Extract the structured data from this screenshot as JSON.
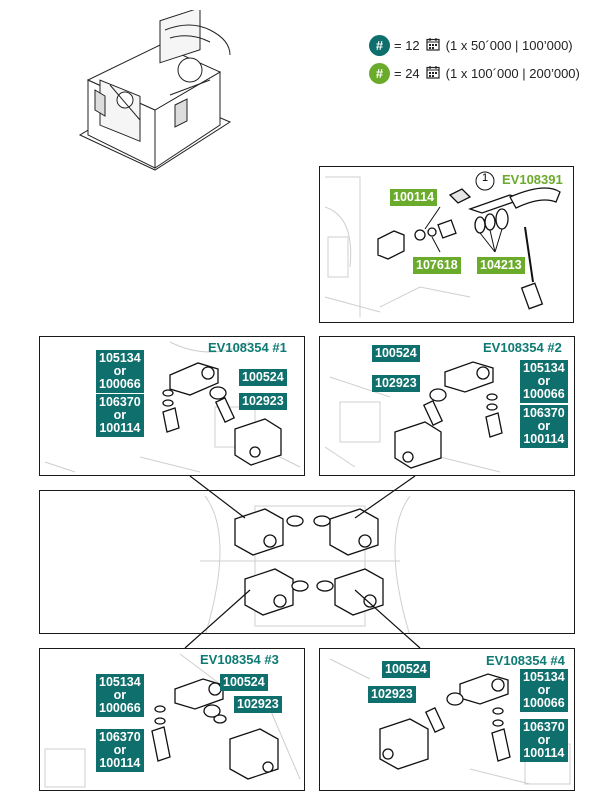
{
  "legend": {
    "items": [
      {
        "badge": "#",
        "badge_color": "#0e6f6c",
        "equals": "= 12",
        "interval": "(1 x 50´000 | 100’000)"
      },
      {
        "badge": "#",
        "badge_color": "#6bab2c",
        "equals": "= 24",
        "interval": "(1 x 100´000 | 200’000)"
      }
    ],
    "calendar_icon": "calendar-icon"
  },
  "kit_panel": {
    "circle_label": "1",
    "title": "EV108391",
    "parts": [
      "100114",
      "107618",
      "104213"
    ]
  },
  "valve1": {
    "title": "EV108354 #1",
    "tag_a": [
      "105134",
      "or",
      "100066"
    ],
    "tag_b": [
      "106370",
      "or",
      "100114"
    ],
    "tag_c": "100524",
    "tag_d": "102923"
  },
  "valve2": {
    "title": "EV108354 #2",
    "tag_a": [
      "105134",
      "or",
      "100066"
    ],
    "tag_b": [
      "106370",
      "or",
      "100114"
    ],
    "tag_c": "100524",
    "tag_d": "102923"
  },
  "valve3": {
    "title": "EV108354 #3",
    "tag_a": [
      "105134",
      "or",
      "100066"
    ],
    "tag_b": [
      "106370",
      "or",
      "100114"
    ],
    "tag_c": "100524",
    "tag_d": "102923"
  },
  "valve4": {
    "title": "EV108354 #4",
    "tag_a": [
      "105134",
      "or",
      "100066"
    ],
    "tag_b": [
      "106370",
      "or",
      "100114"
    ],
    "tag_c": "100524",
    "tag_d": "102923"
  },
  "colors": {
    "teal": "#0e6f6c",
    "green": "#6bab2c"
  }
}
